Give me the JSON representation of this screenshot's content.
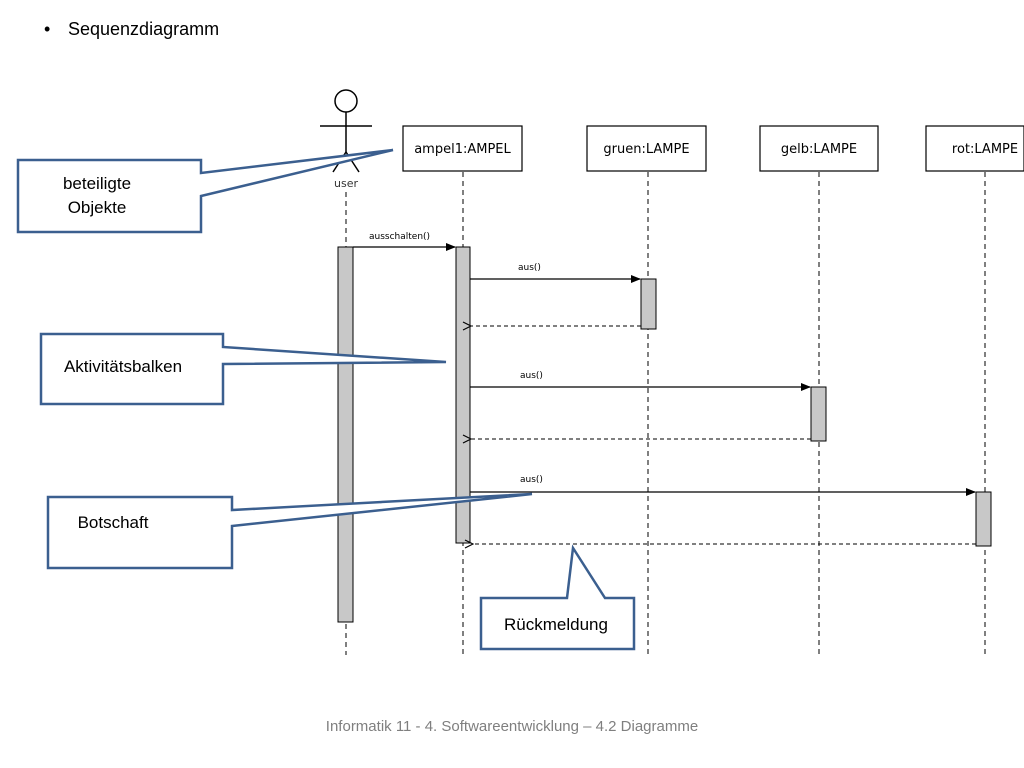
{
  "slide": {
    "bullet": "Sequenzdiagramm",
    "footer": "Informatik 11 - 4. Softwareentwicklung – 4.2 Diagramme"
  },
  "diagram": {
    "actor": {
      "label": "user"
    },
    "objects": [
      {
        "label": "ampel1:AMPEL"
      },
      {
        "label": "gruen:LAMPE"
      },
      {
        "label": "gelb:LAMPE"
      },
      {
        "label": "rot:LAMPE"
      }
    ],
    "messages": [
      {
        "from": "user",
        "to": "ampel1:AMPEL",
        "label": "ausschalten()"
      },
      {
        "from": "ampel1:AMPEL",
        "to": "gruen:LAMPE",
        "label": "aus()"
      },
      {
        "from": "ampel1:AMPEL",
        "to": "gelb:LAMPE",
        "label": "aus()"
      },
      {
        "from": "ampel1:AMPEL",
        "to": "rot:LAMPE",
        "label": "aus()"
      }
    ],
    "callouts": [
      {
        "text_lines": [
          "beteiligte",
          "Objekte"
        ]
      },
      {
        "text_lines": [
          "Aktivitätsbalken"
        ]
      },
      {
        "text_lines": [
          "Botschaft"
        ]
      },
      {
        "text_lines": [
          "Rückmeldung"
        ]
      }
    ],
    "colors": {
      "callout_border": "#3b5f8f",
      "activation_fill": "#c8c8c8",
      "line": "#000000"
    }
  }
}
